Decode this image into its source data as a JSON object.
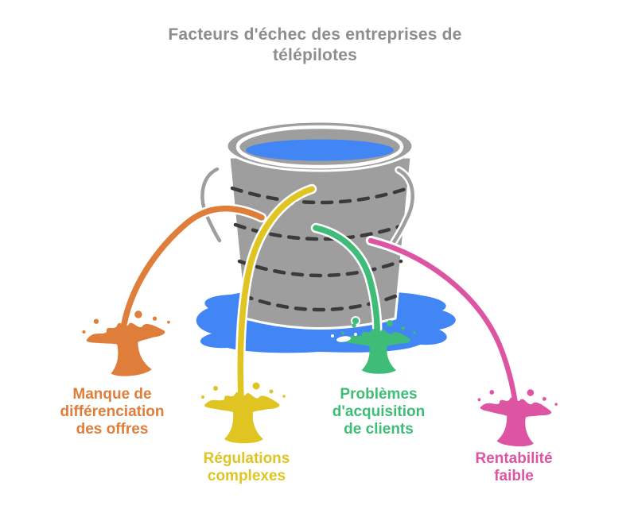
{
  "title": {
    "text": "Facteurs d'échec des entreprises de télépilotes",
    "lines": [
      "Facteurs d'échec des entreprises de",
      "télépilotes"
    ],
    "color": "#8d8d8d"
  },
  "bucket": {
    "body_color": "#9e9e9e",
    "outline_color": "#ffffff",
    "water_color": "#4285f4",
    "puddle_color": "#4285f4",
    "dash_color": "#3b3b3b"
  },
  "factors": [
    {
      "name": "manque-de-differenciation",
      "label": "Manque de différenciation des offres",
      "lines": [
        "Manque de",
        "différenciation",
        "des offres"
      ],
      "color": "#de7e3a"
    },
    {
      "name": "regulations-complexes",
      "label": "Régulations complexes",
      "lines": [
        "Régulations",
        "complexes"
      ],
      "color": "#e0c522"
    },
    {
      "name": "problemes-acquisition-clients",
      "label": "Problèmes d'acquisition de clients",
      "lines": [
        "Problèmes",
        "d'acquisition",
        "de clients"
      ],
      "color": "#3ebc78"
    },
    {
      "name": "rentabilite-faible",
      "label": "Rentabilité faible",
      "lines": [
        "Rentabilité",
        "faible"
      ],
      "color": "#dd55a2"
    }
  ]
}
